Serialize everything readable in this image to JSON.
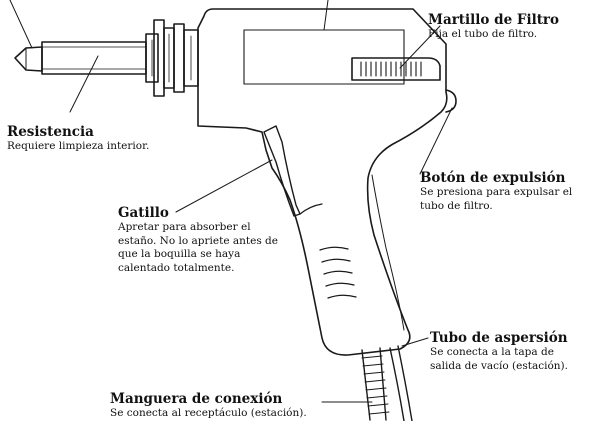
{
  "labels": {
    "martillo": {
      "title": "Martillo de Filtro",
      "desc": "Fija el tubo de filtro."
    },
    "resistencia": {
      "title": "Resistencia",
      "desc": "Requiere limpieza interior."
    },
    "boton": {
      "title": "Botón de expulsión",
      "desc": "Se presiona para expulsar el tubo de filtro."
    },
    "gatillo": {
      "title": "Gatillo",
      "desc": "Apretar para absorber el estaño. No lo apriete antes de que la boquilla se haya calentado totalmente."
    },
    "tubo": {
      "title": "Tubo de aspersión",
      "desc": "Se conecta a la tapa de salida de vacío (estación)."
    },
    "manguera": {
      "title": "Manguera de conexión",
      "desc": "Se conecta al receptáculo (estación)."
    }
  }
}
